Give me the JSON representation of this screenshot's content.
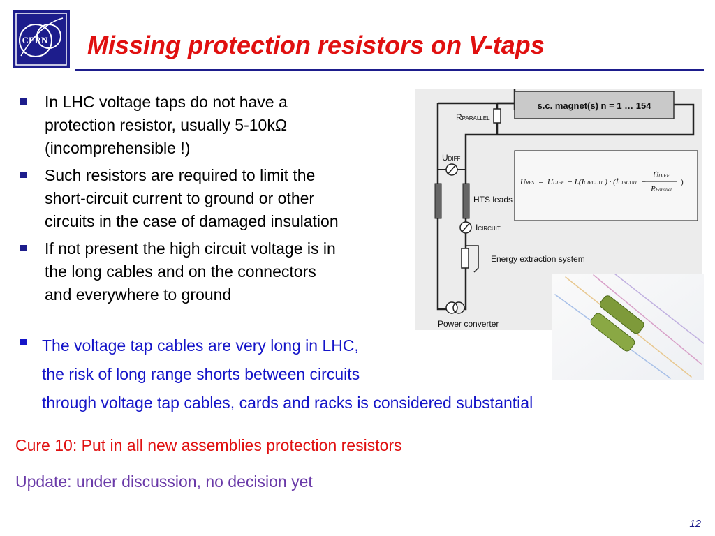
{
  "colors": {
    "navy": "#1d1d8c",
    "title_red": "#e01010",
    "bullet_blue": "#1515c8",
    "cure_red": "#e01010",
    "update_purple": "#6a3aa8"
  },
  "logo": {
    "text": "CERN"
  },
  "title": "Missing protection resistors on V-taps",
  "bullets": [
    {
      "lines": [
        "In LHC voltage taps do not have a",
        "protection resistor, usually 5-10kΩ",
        "(incomprehensible !)"
      ]
    },
    {
      "lines": [
        "Such resistors are required to limit the",
        "short-circuit current to ground or other",
        "circuits in the case of damaged insulation"
      ]
    },
    {
      "lines": [
        "If not present the high circuit voltage is in",
        "the long cables and on the connectors",
        "and everywhere to ground"
      ]
    }
  ],
  "blue_bullet": {
    "lines": [
      "The voltage tap cables are very long in LHC,",
      "the risk of long range shorts between circuits",
      "through voltage tap cables, cards and racks is considered substantial"
    ]
  },
  "cure": "Cure 10: Put in all new assemblies protection resistors",
  "update": "Update: under discussion, no decision yet",
  "page_number": "12",
  "diagram": {
    "magnet_box": "s.c. magnet(s) n = 1 … 154",
    "r_parallel": {
      "main": "R",
      "sub": "PARALLEL"
    },
    "u_diff": {
      "main": "U",
      "sub": "DIFF"
    },
    "hts_leads": "HTS leads",
    "i_circuit": {
      "main": "I",
      "sub": "CIRCUIT"
    },
    "energy_extraction": "Energy extraction system",
    "power_converter": "Power converter",
    "equation": {
      "u_res": "U",
      "u_res_sub": "RES",
      "eq": "=",
      "u_diff": "U",
      "u_diff_sub": "DIFF",
      "plus_l": "+ L(I",
      "i_circ_sub": "CIRCUIT",
      "dot_mid": ") · (İ",
      "i_dot_sub": "CIRCUIT",
      "plus": "+",
      "num": "U̇",
      "num_sub": "DIFF",
      "den": "R",
      "den_sub": "Parallel",
      "close": ")"
    }
  }
}
